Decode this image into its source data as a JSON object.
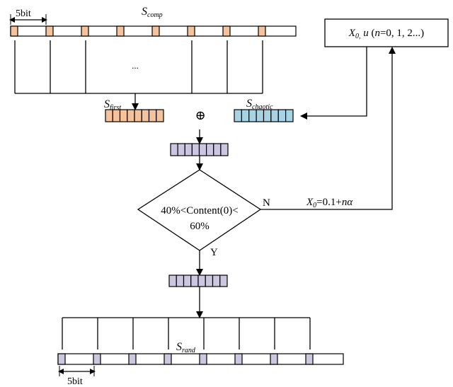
{
  "diagram": {
    "top_sequence": {
      "label_main": "S",
      "label_sub": "comp",
      "segments": 8,
      "marker_color": "#f6c29c",
      "bit_width_label": "5bit",
      "ellipsis": "..."
    },
    "first_sequence": {
      "label_main": "S",
      "label_sub": "first",
      "cells": 8,
      "color": "#f6c29c"
    },
    "xor_symbol": "⊕",
    "chaotic_sequence": {
      "label_main": "S",
      "label_sub": "chaotic",
      "cells": 8,
      "color": "#a8d3e3"
    },
    "param_box": {
      "var_x": "X",
      "var_x_sub": "0,",
      "var_u": " u",
      "open": " (",
      "var_n": "n",
      "rest": "=0, 1, 2...)"
    },
    "xor_result": {
      "cells": 8,
      "color": "#cdc6e0"
    },
    "decision": {
      "line1": "40%<Content(0)<",
      "line2": "60%",
      "no_label": "N",
      "yes_label": "Y"
    },
    "feedback": {
      "var_x": "X",
      "var_x_sub": "0",
      "eq": "=0.1+",
      "var_n": "n",
      "var_alpha": "α"
    },
    "accepted_sequence": {
      "cells": 8,
      "color": "#cdc6e0"
    },
    "output_sequence": {
      "label_main": "S",
      "label_sub": "rand",
      "segments": 8,
      "marker_color": "#cdc6e0",
      "bit_width_label": "5bit"
    },
    "stroke_color": "#000000"
  }
}
